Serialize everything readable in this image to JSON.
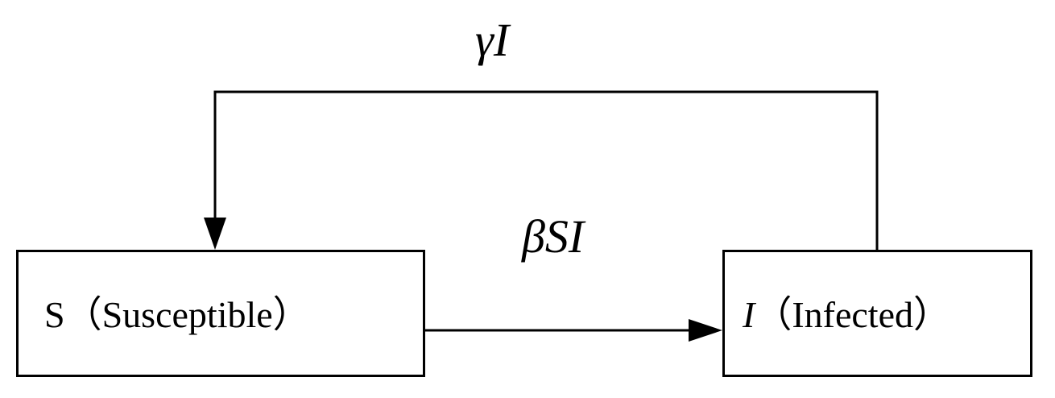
{
  "nodes": {
    "susceptible": {
      "symbol": "S",
      "open_paren": "（",
      "name": "Susceptible",
      "close_paren": "）"
    },
    "infected": {
      "symbol": "I",
      "open_paren": "（",
      "name": "Infected",
      "close_paren": "）"
    }
  },
  "edges": {
    "infection": {
      "from": "susceptible",
      "to": "infected",
      "label": "βSI"
    },
    "recovery": {
      "from": "infected",
      "to": "susceptible",
      "label": "γI"
    }
  },
  "colors": {
    "stroke": "#000000",
    "background": "#ffffff"
  }
}
